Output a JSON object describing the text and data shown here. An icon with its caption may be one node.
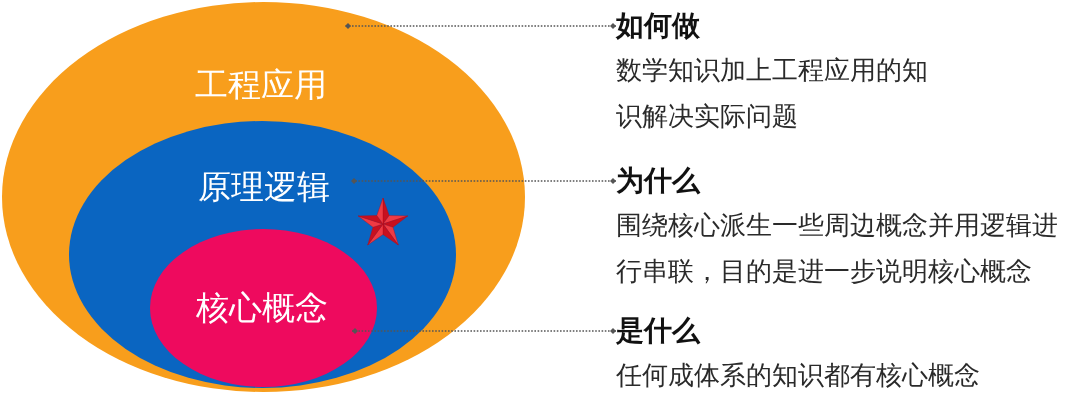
{
  "diagram": {
    "nodes": [
      {
        "text": [
          "工程应用"
        ]
      },
      {
        "text": [
          "原理逻辑"
        ],
        "in": 0
      },
      {
        "text": [
          "核心概念"
        ],
        "in": 1
      },
      {
        "text": [
          "如何做",
          "数学知识加上工程应用的知识解决实际问题"
        ]
      },
      {
        "text": [
          "为什么",
          "围绕核心派生一些周边概念并用逻辑进行串联，目的是进一步说明核心概念"
        ]
      },
      {
        "text": [
          "是什么",
          "任何成体系的知识都有核心概念"
        ]
      }
    ],
    "edges": [
      {
        "from": 3,
        "to": 0,
        "arrow": "other",
        "style": "dashed"
      },
      {
        "from": 4,
        "to": 1,
        "arrow": "other",
        "style": "dashed"
      },
      {
        "from": 5,
        "to": 2,
        "arrow": "other",
        "style": "dashed"
      }
    ]
  }
}
